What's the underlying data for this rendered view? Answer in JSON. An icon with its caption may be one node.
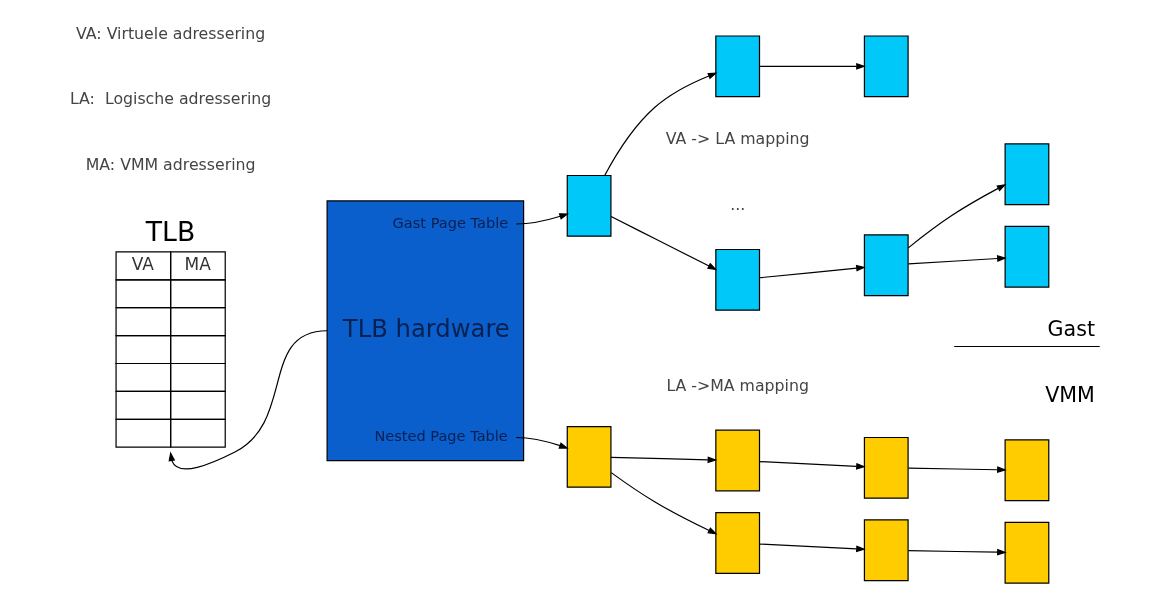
{
  "diagram": {
    "nodes": [
      {
        "text": [
          "TLB",
          "VA",
          "MA"
        ]
      },
      {
        "text": [
          "Gast Page Table",
          "TLB hardware",
          "Nested Page Table"
        ]
      },
      {
        "text": [],
        "shape": "box"
      },
      {
        "text": [],
        "shape": "box"
      },
      {
        "text": [],
        "shape": "box"
      },
      {
        "text": [],
        "shape": "box"
      },
      {
        "text": [],
        "shape": "box"
      },
      {
        "text": [],
        "shape": "box"
      },
      {
        "text": [],
        "shape": "box"
      },
      {
        "text": [],
        "shape": "box"
      },
      {
        "text": [],
        "shape": "box"
      },
      {
        "text": [],
        "shape": "box"
      },
      {
        "text": [],
        "shape": "box"
      },
      {
        "text": [],
        "shape": "box"
      },
      {
        "text": [],
        "shape": "box"
      },
      {
        "text": [],
        "shape": "box"
      }
    ],
    "edges": [
      {
        "from": 1,
        "to": 2,
        "arrow": "to"
      },
      {
        "from": 2,
        "to": 3,
        "arrow": "to"
      },
      {
        "from": 2,
        "to": 4,
        "arrow": "to"
      },
      {
        "from": 3,
        "to": 5,
        "arrow": "to"
      },
      {
        "from": 4,
        "to": 6,
        "arrow": "to"
      },
      {
        "from": 5,
        "to": 7,
        "arrow": "to"
      },
      {
        "from": 5,
        "to": 8,
        "arrow": "to"
      },
      {
        "from": 1,
        "to": 0,
        "arrow": "to"
      },
      {
        "from": 1,
        "to": 9,
        "arrow": "to"
      },
      {
        "from": 9,
        "to": 10,
        "arrow": "to"
      },
      {
        "from": 9,
        "to": 11,
        "arrow": "to"
      },
      {
        "from": 10,
        "to": 12,
        "arrow": "to"
      },
      {
        "from": 11,
        "to": 13,
        "arrow": "to"
      },
      {
        "from": 12,
        "to": 14,
        "arrow": "to"
      },
      {
        "from": 13,
        "to": 15,
        "arrow": "to"
      }
    ],
    "labels": [
      "VA: Virtuele adressering",
      "LA:  Logische adressering",
      "MA: VMM adressering",
      "VA -> LA mapping",
      "...",
      "Gast",
      "VMM",
      "LA ->MA mapping"
    ]
  }
}
